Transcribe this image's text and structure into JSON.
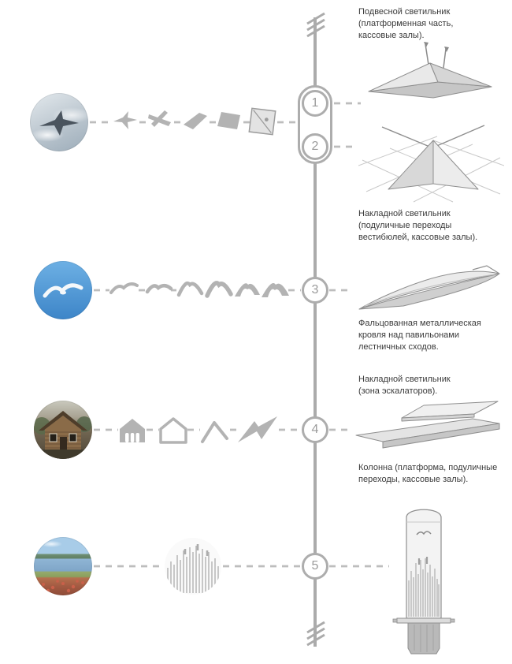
{
  "diagram": {
    "type": "design-evolution-timeline",
    "items": [
      {
        "number": "1",
        "label": "Подвесной светильник\n(платформенная часть,\nкассовые залы)."
      },
      {
        "number": "2",
        "label": "Накладной светильник\n(подуличные переходы\nвестибюлей, кассовые залы)."
      },
      {
        "number": "3",
        "label": "Фальцованная металлическая\nкровля над павильонами\nлестничных сходов."
      },
      {
        "number": "4",
        "label": "Накладной светильник\n(зона эскалаторов)."
      },
      {
        "number": "5",
        "label": "Колонна (платформа, подуличные\nпереходы, кассовые залы)."
      }
    ],
    "photos": [
      {
        "name": "airplane-in-clouds"
      },
      {
        "name": "seagull-in-flight"
      },
      {
        "name": "wooden-log-house"
      },
      {
        "name": "lake-landscape-with-flowers"
      }
    ],
    "figures": [
      {
        "name": "pendant-lamp"
      },
      {
        "name": "surface-mounted-lamp-pyramid"
      },
      {
        "name": "folded-metal-roof"
      },
      {
        "name": "escalator-zone-lamp"
      },
      {
        "name": "platform-column"
      }
    ],
    "colors": {
      "timeline_gray": "#ababab",
      "dash_gray": "#bdbdbd",
      "shape_gray": "#b3b3b3",
      "text": "#3a3a3a",
      "sky_blue": "#3d85c8"
    }
  }
}
